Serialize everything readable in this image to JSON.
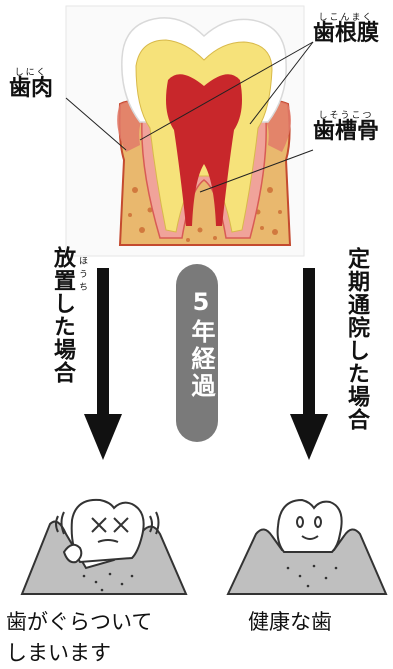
{
  "labels": {
    "gum": {
      "ruby": "しにく",
      "text": "歯肉"
    },
    "periodontal_ligament": {
      "ruby": "しこんまく",
      "text": "歯根膜"
    },
    "alveolar_bone": {
      "ruby": "しそうこつ",
      "text": "歯槽骨"
    }
  },
  "left_path": {
    "text": "放置した場合",
    "ruby": "ほうち"
  },
  "right_path": {
    "text": "定期通院した場合"
  },
  "center_badge": {
    "text": "5年経過"
  },
  "outcomes": {
    "left_line1": "歯がぐらついて",
    "left_line2": "しまいます",
    "right": "健康な歯"
  }
}
